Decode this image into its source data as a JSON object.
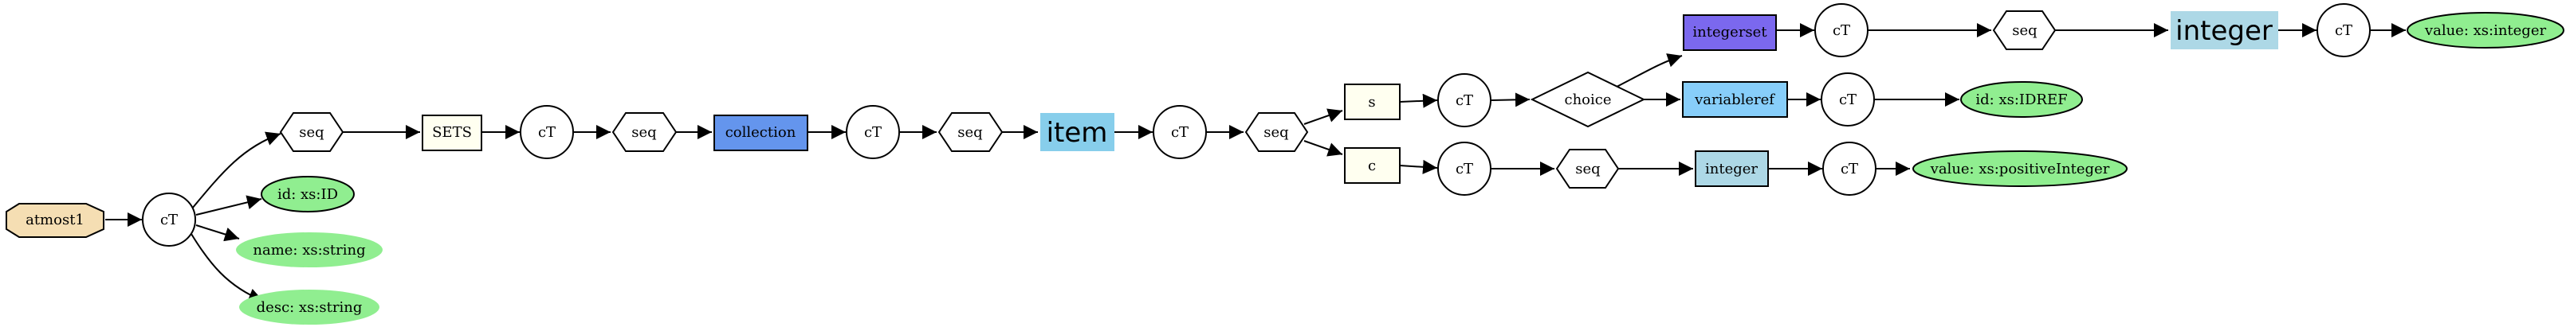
{
  "diagram": {
    "colors": {
      "root_fill": "#f5deb3",
      "box_fill": "#fffff0",
      "collection_fill": "#6495ed",
      "item_fill": "#87ceeb",
      "integerset_fill": "#7b68ee",
      "variableref_fill": "#87cefa",
      "integer_fill": "#add8e6",
      "attr_fill": "#90ee90"
    },
    "nodes": {
      "atmost1": "atmost1",
      "ct1": "cT",
      "seq1": "seq",
      "attr_id": "id: xs:ID",
      "attr_name": "name: xs:string",
      "attr_desc": "desc: xs:string",
      "sets": "SETS",
      "ct2": "cT",
      "seq2": "seq",
      "collection": "collection",
      "ct3": "cT",
      "seq3": "seq",
      "item": "item",
      "ct4": "cT",
      "seq4": "seq",
      "s": "s",
      "c": "c",
      "ct5": "cT",
      "choice": "choice",
      "integerset": "integerset",
      "ct6": "cT",
      "seq5": "seq",
      "integer_big": "integer",
      "ct7": "cT",
      "attr_value_int": "value: xs:integer",
      "variableref": "variableref",
      "ct8": "cT",
      "attr_idref": "id: xs:IDREF",
      "ct9": "cT",
      "seq6": "seq",
      "integer_small": "integer",
      "ct10": "cT",
      "attr_value_posint": "value: xs:positiveInteger"
    }
  }
}
